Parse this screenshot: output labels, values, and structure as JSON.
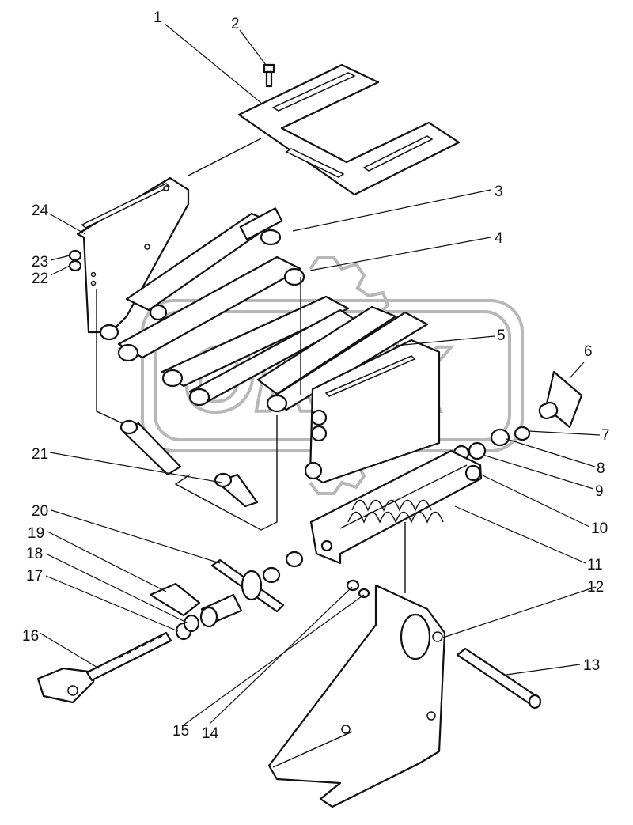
{
  "watermark": {
    "text": "ORЕХ",
    "color": "#b8b8b8"
  },
  "callouts": [
    "1",
    "2",
    "3",
    "4",
    "5",
    "6",
    "7",
    "8",
    "9",
    "10",
    "11",
    "12",
    "13",
    "14",
    "15",
    "16",
    "17",
    "18",
    "19",
    "20",
    "21",
    "22",
    "23",
    "24"
  ]
}
